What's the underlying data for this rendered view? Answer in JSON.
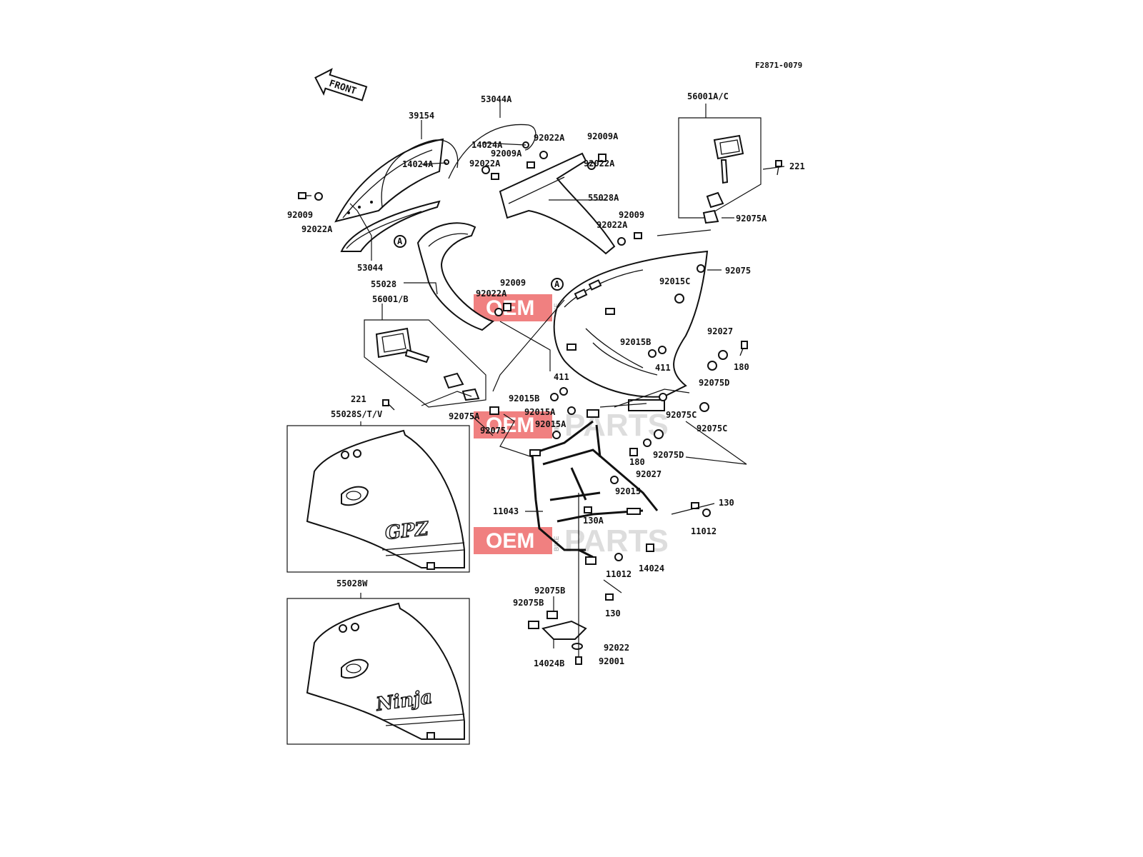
{
  "drawing_id": "F2871-0079",
  "front_label": "FRONT",
  "brand": {
    "gpz": "GPZ",
    "ninja": "Ninja"
  },
  "watermark": {
    "oem": "OEM",
    "bike": "BIKE",
    "parts": "PARTS"
  },
  "callouts": [
    {
      "id": "c-53044A",
      "text": "53044A"
    },
    {
      "id": "c-39154",
      "text": "39154"
    },
    {
      "id": "c-14024A-1",
      "text": "14024A"
    },
    {
      "id": "c-92022A-1",
      "text": "92022A"
    },
    {
      "id": "c-92009A-1",
      "text": "92009A"
    },
    {
      "id": "c-92022A-2",
      "text": "92022A"
    },
    {
      "id": "c-14024A-2",
      "text": "14024A"
    },
    {
      "id": "c-92009A-2",
      "text": "92009A"
    },
    {
      "id": "c-92022A-3",
      "text": "92022A"
    },
    {
      "id": "c-55028A",
      "text": "55028A"
    },
    {
      "id": "c-92009-1",
      "text": "92009"
    },
    {
      "id": "c-92022A-4",
      "text": "92022A"
    },
    {
      "id": "c-92009-2",
      "text": "92009"
    },
    {
      "id": "c-92022A-5",
      "text": "92022A"
    },
    {
      "id": "c-53044",
      "text": "53044"
    },
    {
      "id": "c-55028",
      "text": "55028"
    },
    {
      "id": "c-92009-3",
      "text": "92009"
    },
    {
      "id": "c-92022A-6",
      "text": "92022A"
    },
    {
      "id": "c-56001AC",
      "text": "56001A/C"
    },
    {
      "id": "c-221-1",
      "text": "221"
    },
    {
      "id": "c-92075A-1",
      "text": "92075A"
    },
    {
      "id": "c-92075-1",
      "text": "92075"
    },
    {
      "id": "c-92015C",
      "text": "92015C"
    },
    {
      "id": "c-92027-1",
      "text": "92027"
    },
    {
      "id": "c-92015B-1",
      "text": "92015B"
    },
    {
      "id": "c-180-1",
      "text": "180"
    },
    {
      "id": "c-411-1",
      "text": "411"
    },
    {
      "id": "c-92075D-1",
      "text": "92075D"
    },
    {
      "id": "c-56001B",
      "text": "56001/B"
    },
    {
      "id": "c-411-2",
      "text": "411"
    },
    {
      "id": "c-92015B-2",
      "text": "92015B"
    },
    {
      "id": "c-92015A-1",
      "text": "92015A"
    },
    {
      "id": "c-92075C-1",
      "text": "92075C"
    },
    {
      "id": "c-92075C-2",
      "text": "92075C"
    },
    {
      "id": "c-92015A-2",
      "text": "92015A"
    },
    {
      "id": "c-221-2",
      "text": "221"
    },
    {
      "id": "c-55028STV",
      "text": "55028S/T/V"
    },
    {
      "id": "c-92075A-2",
      "text": "92075A"
    },
    {
      "id": "c-92075-2",
      "text": "92075"
    },
    {
      "id": "c-180-2",
      "text": "180"
    },
    {
      "id": "c-92075D-2",
      "text": "92075D"
    },
    {
      "id": "c-92027-2",
      "text": "92027"
    },
    {
      "id": "c-92015",
      "text": "92015"
    },
    {
      "id": "c-11043",
      "text": "11043"
    },
    {
      "id": "c-130A",
      "text": "130A"
    },
    {
      "id": "c-130-1",
      "text": "130"
    },
    {
      "id": "c-11012-1",
      "text": "11012"
    },
    {
      "id": "c-11012-2",
      "text": "11012"
    },
    {
      "id": "c-14024",
      "text": "14024"
    },
    {
      "id": "c-55028W",
      "text": "55028W"
    },
    {
      "id": "c-92075B-1",
      "text": "92075B"
    },
    {
      "id": "c-92075B-2",
      "text": "92075B"
    },
    {
      "id": "c-130-2",
      "text": "130"
    },
    {
      "id": "c-92022",
      "text": "92022"
    },
    {
      "id": "c-14024B",
      "text": "14024B"
    },
    {
      "id": "c-92001",
      "text": "92001"
    },
    {
      "id": "c-A-1",
      "text": "A"
    },
    {
      "id": "c-A-2",
      "text": "A"
    }
  ]
}
